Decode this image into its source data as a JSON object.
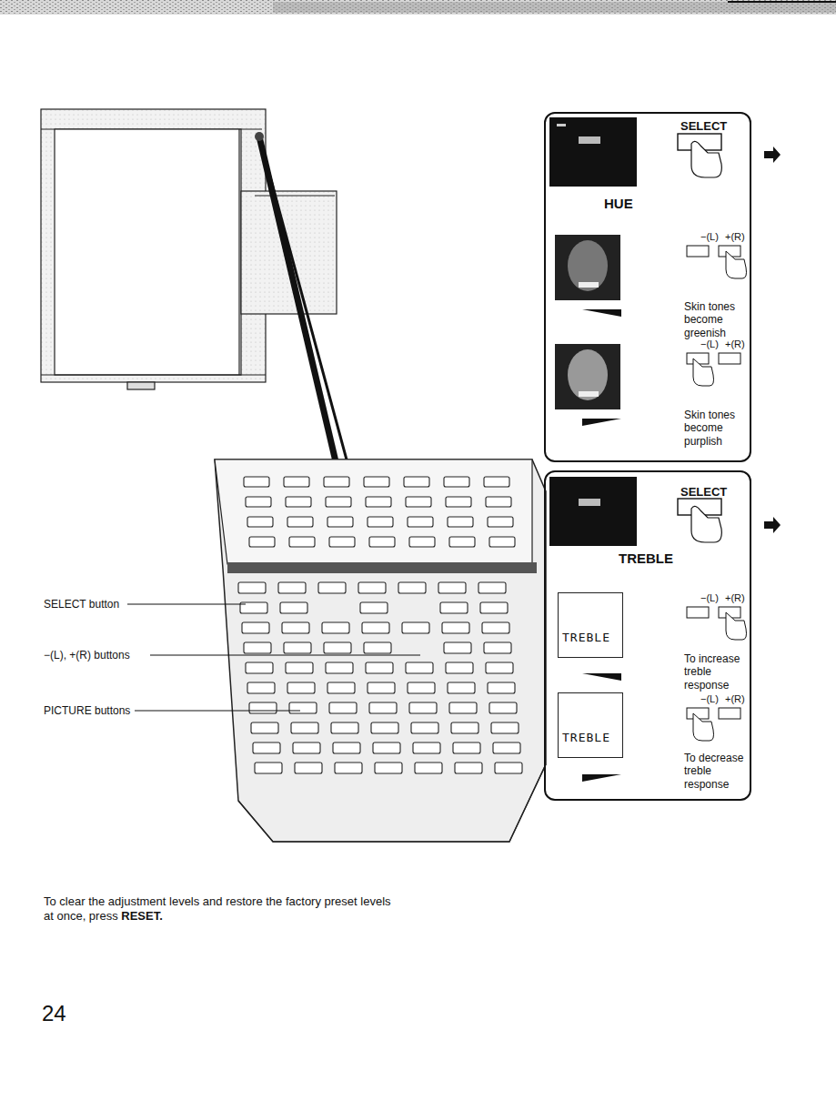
{
  "diagram": {
    "nodes": [
      {
        "text": [
          "HUE"
        ]
      },
      {
        "text": [
          "TREBLE"
        ]
      },
      {
        "text": [
          "TREBLE"
        ],
        "in": 1
      },
      {
        "text": [
          "TREBLE"
        ],
        "in": 1
      }
    ],
    "labels": [
      "SELECT",
      "−(L)",
      "+(R)",
      "Skin tones become greenish",
      "−(L)",
      "+(R)",
      "Skin tones become purplish",
      "SELECT",
      "−(L)",
      "+(R)",
      "To increase treble response",
      "−(L)",
      "+(R)",
      "To decrease treble response",
      "SELECT button",
      "−(L), +(R) buttons",
      "PICTURE buttons",
      "To clear the adjustment levels and restore the factory preset levels at once, press",
      "RESET.",
      "24"
    ]
  }
}
